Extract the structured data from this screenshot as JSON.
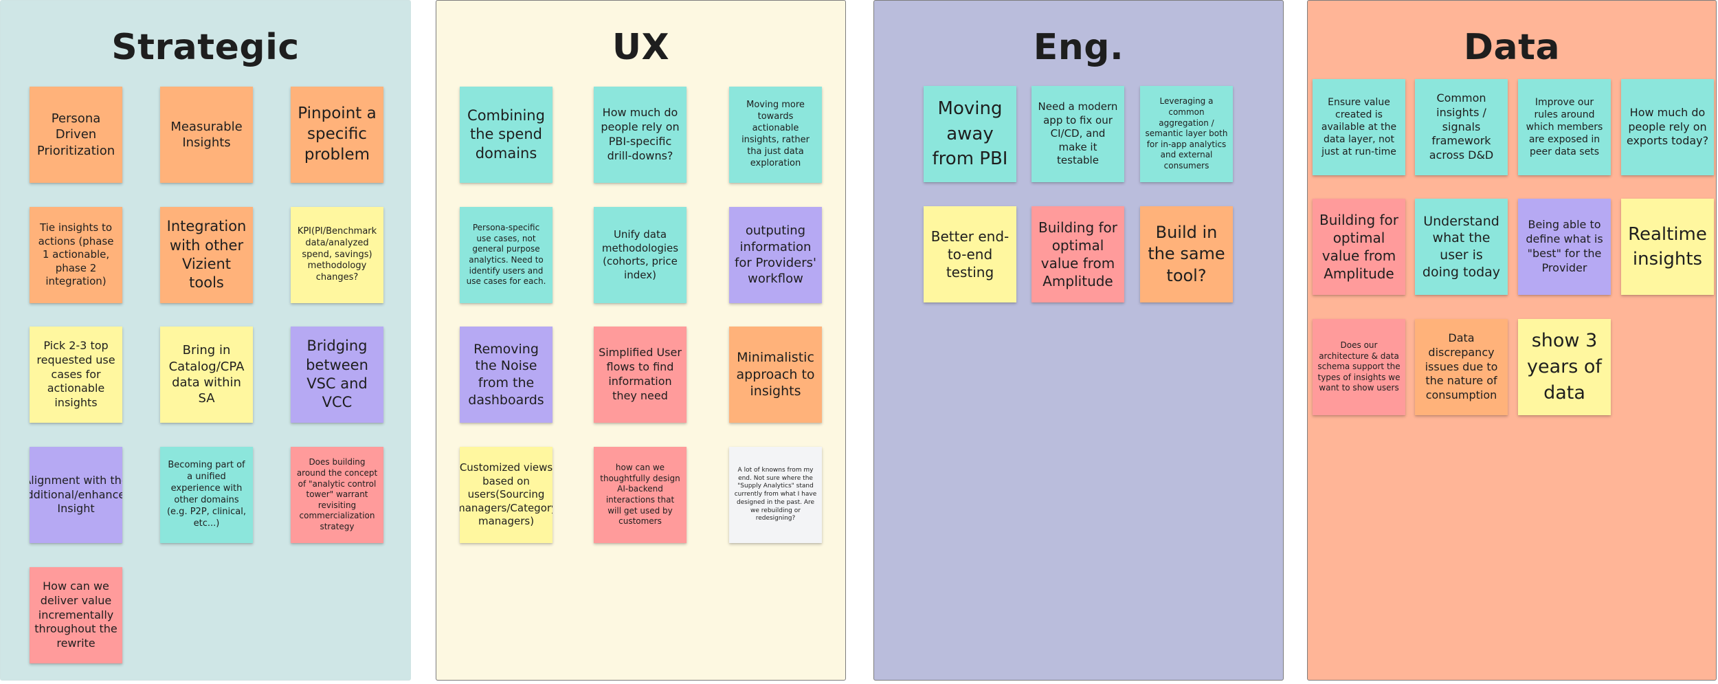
{
  "frames": [
    {
      "title": "Strategic",
      "color": "#cfe6e6",
      "notes": [
        {
          "text": "Persona Driven Prioritization",
          "color": "orange"
        },
        {
          "text": "Measurable Insights",
          "color": "orange"
        },
        {
          "text": "Pinpoint a specific problem",
          "color": "orange"
        },
        {
          "text": "Tie insights to actions (phase 1 actionable, phase 2 integration)",
          "color": "orange"
        },
        {
          "text": "Integration with other Vizient tools",
          "color": "orange"
        },
        {
          "text": "KPI(PI/Benchmark data/analyzed spend, savings) methodology changes?",
          "color": "yellow"
        },
        {
          "text": "Pick 2-3 top requested use cases for actionable insights",
          "color": "yellow"
        },
        {
          "text": "Bring in Catalog/CPA data within SA",
          "color": "yellow"
        },
        {
          "text": "Bridging between VSC and VCC",
          "color": "purple"
        },
        {
          "text": "Alignment with the additional/enhanced Insight",
          "color": "purple"
        },
        {
          "text": "Becoming part of a unified experience with other domains (e.g. P2P, clinical, etc...)",
          "color": "teal"
        },
        {
          "text": "Does building around the concept of \"analytic control tower\" warrant revisiting commercialization strategy",
          "color": "pink"
        },
        {
          "text": "How can we deliver value incrementally throughout the rewrite",
          "color": "pink"
        }
      ]
    },
    {
      "title": "UX",
      "color": "#fdf8e1",
      "notes": [
        {
          "text": "Combining the spend domains",
          "color": "teal"
        },
        {
          "text": "How much do people rely on PBI-specific drill-downs?",
          "color": "teal"
        },
        {
          "text": "Moving more towards actionable insights, rather tha just data exploration",
          "color": "teal"
        },
        {
          "text": "Persona-specific use cases, not general purpose analytics. Need to identify users and use cases for each.",
          "color": "teal"
        },
        {
          "text": "Unify data methodologies (cohorts, price index)",
          "color": "teal"
        },
        {
          "text": "outputing information for Providers' workflow",
          "color": "purple"
        },
        {
          "text": "Removing the Noise from the dashboards",
          "color": "purple"
        },
        {
          "text": "Simplified User flows to find information they need",
          "color": "pink"
        },
        {
          "text": "Minimalistic approach to insights",
          "color": "orange"
        },
        {
          "text": "Customized views based on users(Sourcing managers/Category managers)",
          "color": "yellow"
        },
        {
          "text": "how can we thoughtfully design AI-backend interactions that will get used by customers",
          "color": "pink"
        },
        {
          "text": "A lot of knowns from my end. Not sure where the \"Supply Analytics\" stand currently from what I have designed in the past. Are we rebuilding or redesigning?",
          "color": "white"
        }
      ]
    },
    {
      "title": "Eng.",
      "color": "#babddc",
      "notes": [
        {
          "text": "Moving away from PBI",
          "color": "teal"
        },
        {
          "text": "Need a modern app to fix our CI/CD, and make it testable",
          "color": "teal"
        },
        {
          "text": "Leveraging a common aggregation / semantic layer both for in-app analytics and external consumers",
          "color": "teal"
        },
        {
          "text": "Better end-to-end testing",
          "color": "yellow"
        },
        {
          "text": "Building for optimal value from Amplitude",
          "color": "pink"
        },
        {
          "text": "Build in the same tool?",
          "color": "orange"
        }
      ]
    },
    {
      "title": "Data",
      "color": "#ffb597",
      "notes": [
        {
          "text": "Ensure value created is available at the data layer, not just at run-time",
          "color": "teal"
        },
        {
          "text": "Common insights / signals framework across D&D",
          "color": "teal"
        },
        {
          "text": "Improve our rules around which members are exposed in peer data sets",
          "color": "teal"
        },
        {
          "text": "How much do people rely on exports today?",
          "color": "teal"
        },
        {
          "text": "Building for optimal value from Amplitude",
          "color": "pink"
        },
        {
          "text": "Understand what the user is doing today",
          "color": "teal"
        },
        {
          "text": "Being able to define what is \"best\" for the Provider",
          "color": "purple"
        },
        {
          "text": "Realtime insights",
          "color": "yellow"
        },
        {
          "text": "Does our architecture  & data schema support the types of insights we want to show users",
          "color": "pink"
        },
        {
          "text": "Data discrepancy issues due to the nature of consumption",
          "color": "orange"
        },
        {
          "text": "show 3 years of data",
          "color": "yellow"
        }
      ]
    }
  ]
}
